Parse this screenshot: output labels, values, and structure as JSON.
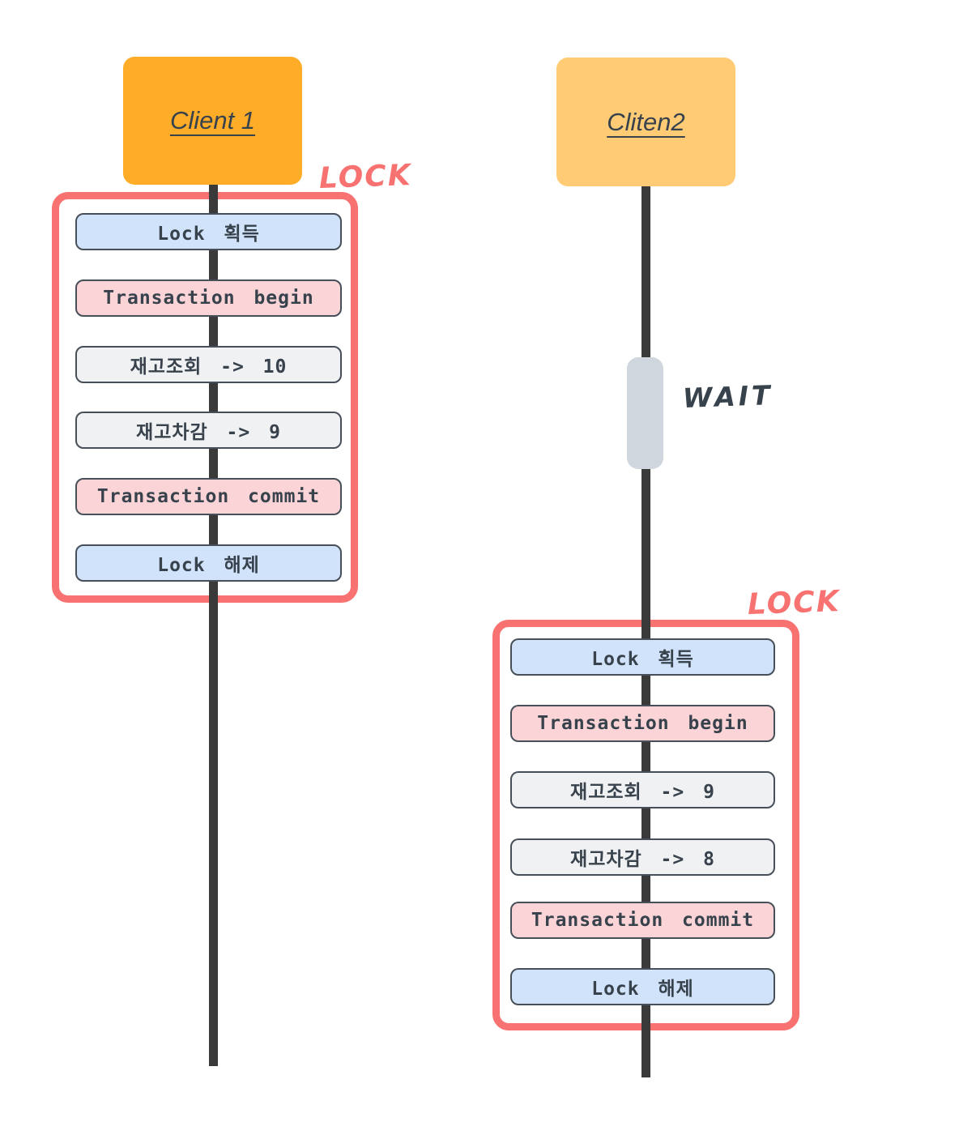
{
  "colors": {
    "client1_bg": "#FFAD29",
    "client2_bg": "#FFCC75",
    "lock_step_bg": "#D1E3FB",
    "txn_step_bg": "#FAD4D6",
    "plain_step_bg": "#F0F1F3",
    "box_border": "#474F58",
    "text_dark": "#37424C",
    "timeline": "#3A3A3A",
    "lock_region_border": "#F87272",
    "lock_label_color": "#F87272",
    "wait_bar_bg": "#CFD6DE"
  },
  "left_lane": {
    "client_label": "Client 1",
    "lock_label": "LOCK",
    "steps": [
      {
        "label": "Lock 획득",
        "type": "lock"
      },
      {
        "label": "Transaction begin",
        "type": "transaction"
      },
      {
        "label": "재고조회 -> 10",
        "type": "plain"
      },
      {
        "label": "재고차감 -> 9",
        "type": "plain"
      },
      {
        "label": "Transaction commit",
        "type": "transaction"
      },
      {
        "label": "Lock 해제",
        "type": "lock"
      }
    ]
  },
  "right_lane": {
    "client_label": "Cliten2",
    "wait_label": "WAIT",
    "lock_label": "LOCK",
    "steps": [
      {
        "label": "Lock 획득",
        "type": "lock"
      },
      {
        "label": "Transaction begin",
        "type": "transaction"
      },
      {
        "label": "재고조회 -> 9",
        "type": "plain"
      },
      {
        "label": "재고차감 -> 8",
        "type": "plain"
      },
      {
        "label": "Transaction commit",
        "type": "transaction"
      },
      {
        "label": "Lock 해제",
        "type": "lock"
      }
    ]
  }
}
